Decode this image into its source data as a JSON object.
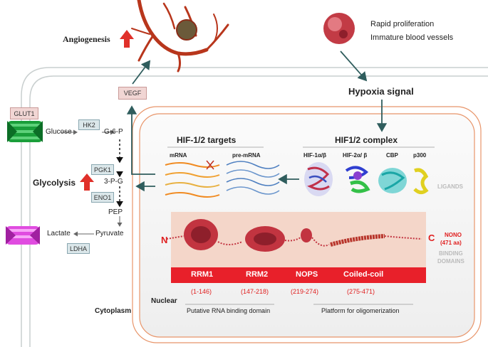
{
  "top": {
    "angiogenesis": "Angiogenesis",
    "rapid_proliferation": "Rapid proliferation",
    "immature_vessels": "Immature blood vessels",
    "hypoxia_signal": "Hypoxia signal",
    "vegf": "VEGF"
  },
  "glycolysis_pathway": {
    "glut1": "GLUT1",
    "glucose": "Glucose",
    "hk2": "HK2",
    "g6p": "G-6-P",
    "pgk1": "PGK1",
    "three_pg": "3-P-G",
    "eno1": "ENO1",
    "pep": "PEP",
    "pyruvate": "Pyruvate",
    "lactate": "Lactate",
    "ldha": "LDHA",
    "glycolysis": "Glycolysis"
  },
  "hif_targets": {
    "title": "HIF-1/2 targets",
    "mrna": "mRNA",
    "pre_mrna": "pre-mRNA"
  },
  "hif_complex": {
    "title": "HIF1/2 complex",
    "hif1": "HIF-1α/β",
    "hif2": "HIF-2α/ β",
    "cbp": "CBP",
    "p300": "p300",
    "ligands": "LIGANDS"
  },
  "nono": {
    "n_term": "N",
    "c_term": "C",
    "name": "NONO",
    "length": "(471 aa)",
    "binding1": "BINDING",
    "binding2": "DOMAINS",
    "domains": [
      {
        "name": "RRM1",
        "range": "(1-146)"
      },
      {
        "name": "RRM2",
        "range": "(147-218)"
      },
      {
        "name": "NOPS",
        "range": "(219-274)"
      },
      {
        "name": "Coiled-coil",
        "range": "(275-471)"
      }
    ],
    "rna_binding": "Putative RNA binding domain",
    "oligomerization": "Platform for oligomerization"
  },
  "compartments": {
    "nuclear": "Nuclear",
    "cytoplasm": "Cytoplasm"
  },
  "colors": {
    "accent_red": "#e8202a",
    "box_blue": "#dbe7ea",
    "nucleus_border": "#e8956a",
    "arrow_teal": "#2f5d5d"
  }
}
